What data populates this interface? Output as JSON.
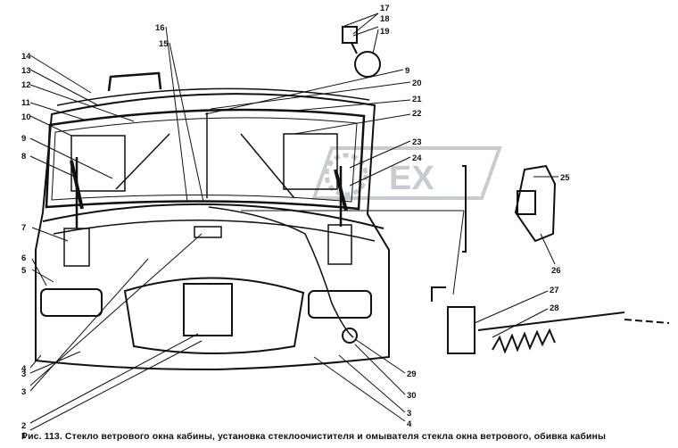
{
  "figure": {
    "caption": "Рис. 113. Стекло ветрового окна кабины, установка стеклоочистителя и омывателя стекла окна ветрового, обивка кабины"
  },
  "watermark": {
    "text": "EX",
    "color": "#9aa3ad"
  },
  "colors": {
    "ink": "#111111",
    "background": "#ffffff"
  },
  "callouts": [
    {
      "label": "1"
    },
    {
      "label": "2"
    },
    {
      "label": "3"
    },
    {
      "label": "3"
    },
    {
      "label": "3"
    },
    {
      "label": "4"
    },
    {
      "label": "4"
    },
    {
      "label": "5"
    },
    {
      "label": "6"
    },
    {
      "label": "7"
    },
    {
      "label": "8"
    },
    {
      "label": "9"
    },
    {
      "label": "9"
    },
    {
      "label": "10"
    },
    {
      "label": "11"
    },
    {
      "label": "12"
    },
    {
      "label": "13"
    },
    {
      "label": "14"
    },
    {
      "label": "15"
    },
    {
      "label": "16"
    },
    {
      "label": "17"
    },
    {
      "label": "18"
    },
    {
      "label": "19"
    },
    {
      "label": "20"
    },
    {
      "label": "21"
    },
    {
      "label": "22"
    },
    {
      "label": "23"
    },
    {
      "label": "24"
    },
    {
      "label": "25"
    },
    {
      "label": "26"
    },
    {
      "label": "27"
    },
    {
      "label": "28"
    },
    {
      "label": "29"
    },
    {
      "label": "30"
    }
  ]
}
